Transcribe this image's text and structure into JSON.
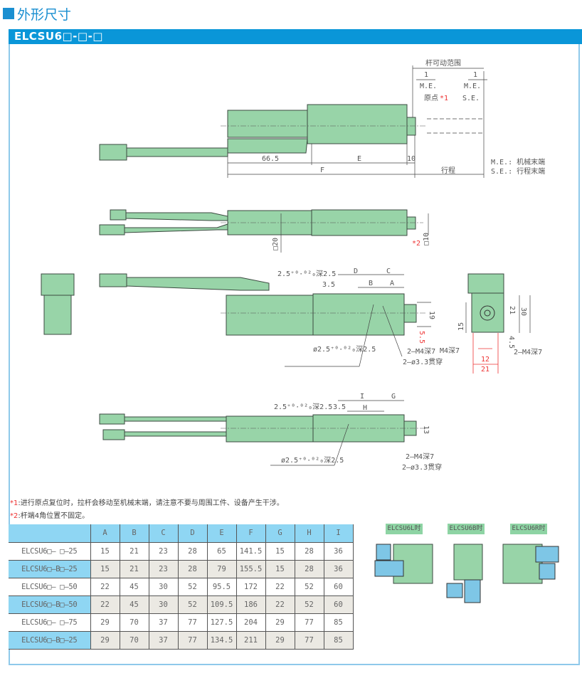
{
  "header": {
    "title": "外形尺寸",
    "model": "ELCSU6□-□-□"
  },
  "drawing": {
    "range": "杆可动范围",
    "one_a": "1",
    "one_b": "1",
    "me_a": "M.E.",
    "me_b": "M.E.",
    "origin": "原点",
    "star1": "*1",
    "se": "S.E.",
    "d665": "66.5",
    "e": "E",
    "ten": "10",
    "f": "F",
    "stroke": "行程",
    "legend_me": "M.E.: 机械末端",
    "legend_se": "S.E.: 行程末端",
    "sq20": "□20",
    "star2": "*2",
    "sq10": "□10",
    "hole_top": "2.5⁺⁰·⁰²₀深2.5",
    "d35": "3.5",
    "dD": "D",
    "dC": "C",
    "dB": "B",
    "dA": "A",
    "d19": "19",
    "d55": "5.5",
    "phi_hole": "ø2.5⁺⁰·⁰²₀深2.5",
    "m4": "2—M4深7",
    "thru": "2—ø3.3贯穿",
    "e_m4l": "M4深7",
    "e_m4r": "2—M4深7",
    "e15": "15",
    "e21v": "21",
    "e30": "30",
    "e45": "4.5",
    "e12": "12",
    "e21h": "21",
    "hole_top2": "2.5⁺⁰·⁰²₀深2.5",
    "d35b": "3.5",
    "dI": "I",
    "dG": "G",
    "dH": "H",
    "d13": "13",
    "phi_hole2": "ø2.5⁺⁰·⁰²₀深2.5",
    "m4b": "2—M4深7",
    "thru2": "2—ø3.3贯穿"
  },
  "notes": [
    {
      "mark": "*1",
      "text": ":进行原点复位时，拉杆会移动至机械末端，请注意不要与周围工件、设备产生干涉。"
    },
    {
      "mark": "*2",
      "text": ":杆端4角位置不固定。"
    }
  ],
  "table": {
    "columns": [
      "A",
      "B",
      "C",
      "D",
      "E",
      "F",
      "G",
      "H",
      "I"
    ],
    "rows": [
      {
        "model": "ELCSU6□— □—25",
        "values": [
          "15",
          "21",
          "23",
          "28",
          "65",
          "141.5",
          "15",
          "28",
          "36"
        ]
      },
      {
        "model": "ELCSU6□—B□—25",
        "values": [
          "15",
          "21",
          "23",
          "28",
          "79",
          "155.5",
          "15",
          "28",
          "36"
        ]
      },
      {
        "model": "ELCSU6□— □—50",
        "values": [
          "22",
          "45",
          "30",
          "52",
          "95.5",
          "172",
          "22",
          "52",
          "60"
        ]
      },
      {
        "model": "ELCSU6□—B□—50",
        "values": [
          "22",
          "45",
          "30",
          "52",
          "109.5",
          "186",
          "22",
          "52",
          "60"
        ]
      },
      {
        "model": "ELCSU6□— □—75",
        "values": [
          "29",
          "70",
          "37",
          "77",
          "127.5",
          "204",
          "29",
          "77",
          "85"
        ]
      },
      {
        "model": "ELCSU6□—B□—25",
        "values": [
          "29",
          "70",
          "37",
          "77",
          "134.5",
          "211",
          "29",
          "77",
          "85"
        ]
      }
    ]
  },
  "variants": [
    "ELCSU6L时",
    "ELCSU6B时",
    "ELCSU6R时"
  ]
}
